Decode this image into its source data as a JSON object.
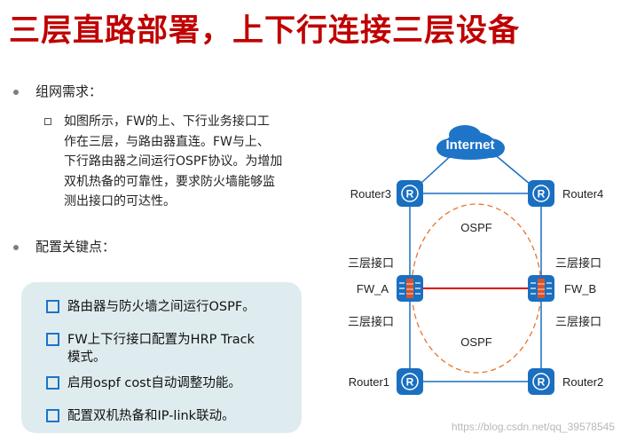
{
  "title": "三层直路部署，上下行连接三层设备",
  "requirements": {
    "heading": "组网需求：",
    "lines": [
      "如图所示，FW的上、下行业务接口工",
      "作在三层，与路由器直连。FW与上、",
      "下行路由器之间运行OSPF协议。为增加",
      "双机热备的可靠性，要求防火墙能够监",
      "测出接口的可达性。"
    ]
  },
  "keypoints": {
    "heading": "配置关键点：",
    "items": [
      "路由器与防火墙之间运行OSPF。",
      "FW上下行接口配置为HRP Track",
      "模式。",
      "启用ospf cost自动调整功能。",
      "配置双机热备和IP-link联动。"
    ]
  },
  "diagram": {
    "cloud": "Internet",
    "router3": "Router3",
    "router4": "Router4",
    "router1": "Router1",
    "router2": "Router2",
    "fw_a": "FW_A",
    "fw_b": "FW_B",
    "ospf_top": "OSPF",
    "ospf_bottom": "OSPF",
    "l3_if_tl": "三层接口",
    "l3_if_tr": "三层接口",
    "l3_if_bl": "三层接口",
    "l3_if_br": "三层接口"
  },
  "watermark": "https://blog.csdn.net/qq_39578545",
  "colors": {
    "title": "#c00000",
    "device": "#1a6fc0",
    "heartbeat": "#e00000",
    "ospf_ring": "#e8742a"
  }
}
